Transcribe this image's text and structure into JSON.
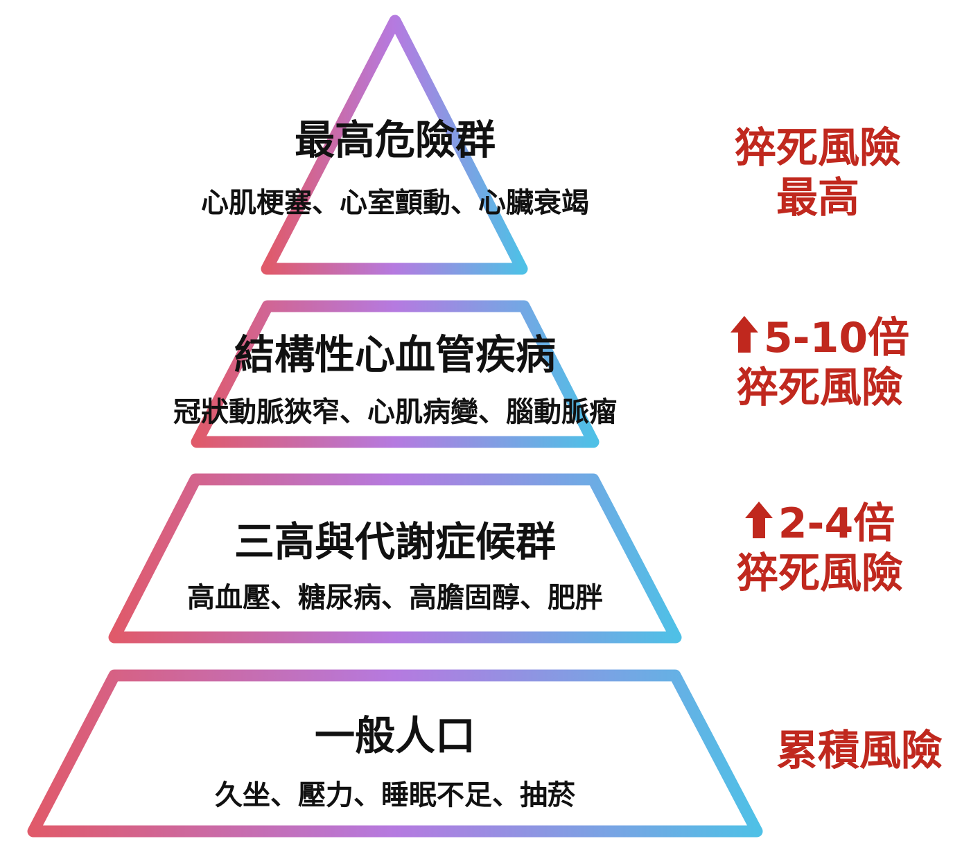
{
  "levels": [
    {
      "title": "最高危險群",
      "subtitle": "心肌梗塞、心室顫動、心臟衰竭",
      "risk": [
        "猝死風險",
        "最高"
      ],
      "arrow": false
    },
    {
      "title": "結構性心血管疾病",
      "subtitle": "冠狀動脈狹窄、心肌病變、腦動脈瘤",
      "risk": [
        "5-10倍",
        "猝死風險"
      ],
      "arrow": true
    },
    {
      "title": "三高與代謝症候群",
      "subtitle": "高血壓、糖尿病、高膽固醇、肥胖",
      "risk": [
        "2-4倍",
        "猝死風險"
      ],
      "arrow": true
    },
    {
      "title": "一般人口",
      "subtitle": "久坐、壓力、睡眠不足、抽菸",
      "risk": [
        "累積風險"
      ],
      "arrow": false
    }
  ],
  "colors": {
    "gradient_start": "#e05a6a",
    "gradient_mid": "#b57ae0",
    "gradient_end": "#4fc0e6",
    "risk_text": "#c0281e"
  }
}
